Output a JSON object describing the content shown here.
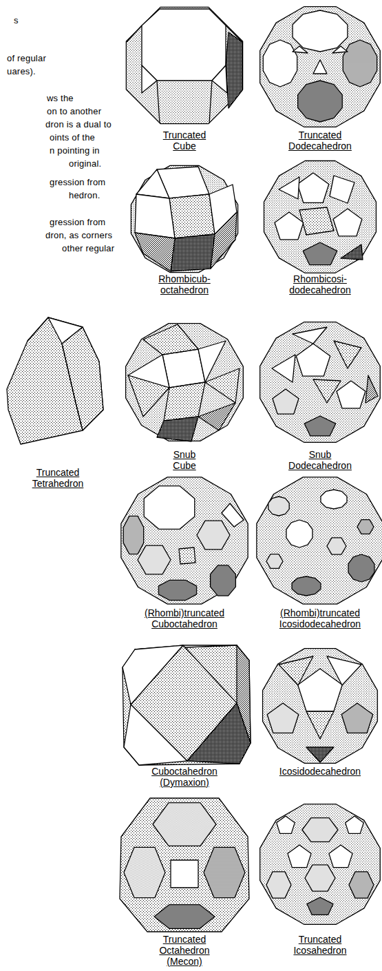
{
  "diagram": {
    "labels": [
      "s",
      "of regular",
      "uares).",
      "ws the",
      "on to another",
      "dron is a dual to",
      "oints of the",
      "n pointing in",
      "original.",
      "gression from",
      "hedron.",
      "gression from",
      "dron, as corners",
      "other regular",
      "Truncated Cube",
      "Truncated Dodecahedron",
      "Rhombicub- octahedron",
      "Rhombicosi- dodecahedron",
      "Snub Cube",
      "Snub Dodecahedron",
      "Truncated Tetrahedron",
      "(Rhombi)truncated Cuboctahedron",
      "(Rhombi)truncated Icosidodecahedron",
      "Cuboctahedron (Dymaxion)",
      "Icosidodecahedron",
      "Truncated Octahedron (Mecon)",
      "Truncated Icosahedron"
    ]
  }
}
